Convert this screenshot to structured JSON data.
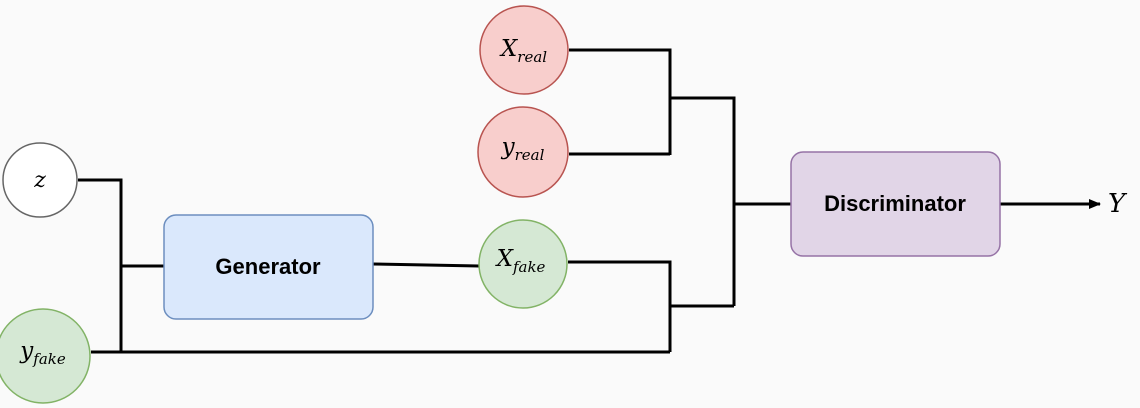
{
  "nodes": {
    "x_real": {
      "base": "X",
      "sub": "real"
    },
    "y_real": {
      "base": "y",
      "sub": "real"
    },
    "z": {
      "base": "z"
    },
    "x_fake": {
      "base": "X",
      "sub": "fake"
    },
    "y_fake": {
      "base": "y",
      "sub": "fake"
    },
    "generator": {
      "label": "Generator"
    },
    "discriminator": {
      "label": "Discriminator"
    },
    "output": {
      "label": "Y"
    }
  },
  "colors": {
    "real_fill": "#f8cecc",
    "real_stroke": "#b85450",
    "fake_fill": "#d5e8d4",
    "fake_stroke": "#82b366",
    "generator_fill": "#dae8fc",
    "generator_stroke": "#6c8ebf",
    "discriminator_fill": "#e1d5e7",
    "discriminator_stroke": "#9673a6",
    "noise_fill": "#ffffff",
    "noise_stroke": "#666666",
    "line": "#000000"
  }
}
